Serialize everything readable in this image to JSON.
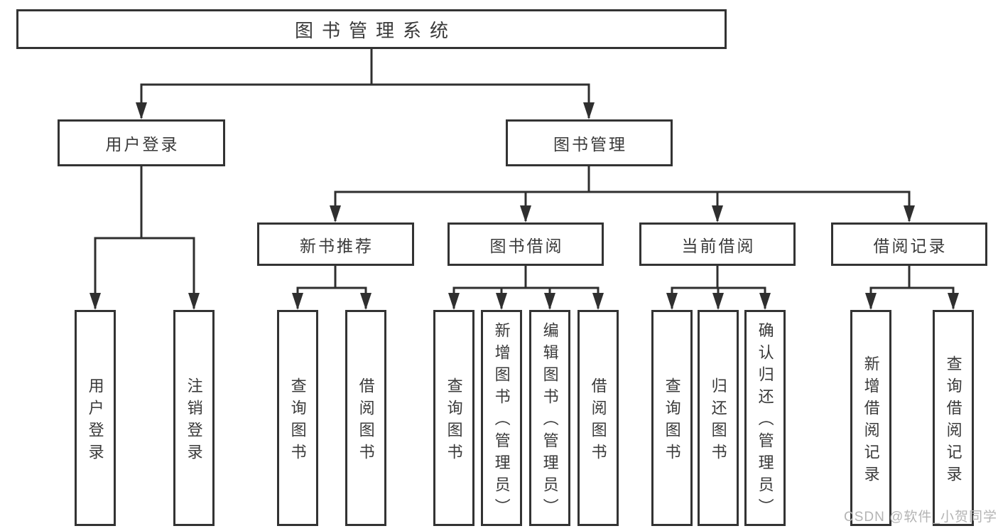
{
  "tree": {
    "root": {
      "label": "图书管理系统"
    },
    "children": [
      {
        "label": "用户登录",
        "children": [
          {
            "label": "用户登录"
          },
          {
            "label": "注销登录"
          }
        ]
      },
      {
        "label": "图书管理",
        "children": [
          {
            "label": "新书推荐",
            "children": [
              {
                "label": "查询图书"
              },
              {
                "label": "借阅图书"
              }
            ]
          },
          {
            "label": "图书借阅",
            "children": [
              {
                "label": "查询图书"
              },
              {
                "label": "新增图书（管理员）"
              },
              {
                "label": "编辑图书（管理员）"
              },
              {
                "label": "借阅图书"
              }
            ]
          },
          {
            "label": "当前借阅",
            "children": [
              {
                "label": "查询图书"
              },
              {
                "label": "归还图书"
              },
              {
                "label": "确认归还（管理员）"
              }
            ]
          },
          {
            "label": "借阅记录",
            "children": [
              {
                "label": "新增借阅记录"
              },
              {
                "label": "查询借阅记录"
              }
            ]
          }
        ]
      }
    ]
  },
  "watermark": {
    "text": "CSDN @软件_小贺同学"
  },
  "colors": {
    "line": "#2f2f2f",
    "box_border": "#333333",
    "text": "#3a3a3a",
    "watermark": "#b4b4b4",
    "background": "#ffffff"
  }
}
